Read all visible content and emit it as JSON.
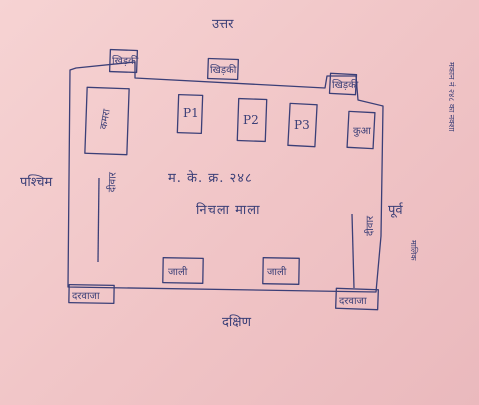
{
  "compass": {
    "north": "उत्तर",
    "south": "दक्षिण",
    "west": "पश्चिम",
    "east": "पूर्व"
  },
  "plan": {
    "title_line1": "म. के. क्र. २४८",
    "title_line2": "निचला माला",
    "windows": [
      "खिड़की",
      "खिड़की",
      "खिड़की"
    ],
    "doors": [
      "दरवाजा",
      "दरवाजा"
    ],
    "wall_windows": [
      "जाली",
      "जाली"
    ],
    "rooms": {
      "left": "कमरा",
      "p1": "P1",
      "p2": "P2",
      "p3": "P3",
      "right": "कुआ"
    },
    "left_label": "दीवार",
    "right_label": "दीवार"
  },
  "margin_notes": {
    "right_top": "मकान नं २४८ का नक्शा",
    "right_bottom": "मालिक"
  },
  "colors": {
    "ink": "#3b3f77",
    "paper": "#f2c9ca"
  }
}
